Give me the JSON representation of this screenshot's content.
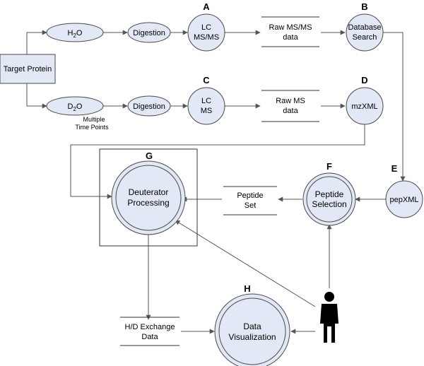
{
  "nodes": {
    "target_protein": "Target Protein",
    "h2o": {
      "base": "H",
      "sub": "2",
      "tail": "O"
    },
    "d2o": {
      "base": "D",
      "sub": "2",
      "tail": "O"
    },
    "d2o_note": [
      "Multiple",
      "Time Points"
    ],
    "digestion_top": "Digestion",
    "digestion_bottom": "Digestion",
    "lc_msms": [
      "LC",
      "MS/MS"
    ],
    "lc_ms": [
      "LC",
      "MS"
    ],
    "raw_msms": [
      "Raw MS/MS",
      "data"
    ],
    "raw_ms": [
      "Raw MS",
      "data"
    ],
    "database_search": [
      "Database",
      "Search"
    ],
    "mzxml": "mzXML",
    "pepxml": "pepXML",
    "peptide_selection": [
      "Peptide",
      "Selection"
    ],
    "peptide_set": [
      "Peptide",
      "Set"
    ],
    "deuterator": [
      "Deuterator",
      "Processing"
    ],
    "hd_exchange": [
      "H/D Exchange",
      "Data"
    ],
    "data_visualization": [
      "Data",
      "Visualization"
    ]
  },
  "letters": {
    "a": "A",
    "b": "B",
    "c": "C",
    "d": "D",
    "e": "E",
    "f": "F",
    "g": "G",
    "h": "H"
  },
  "colors": {
    "node_fill": "#e3e8f6",
    "stroke": "#4a4a4a",
    "line": "#555555"
  }
}
